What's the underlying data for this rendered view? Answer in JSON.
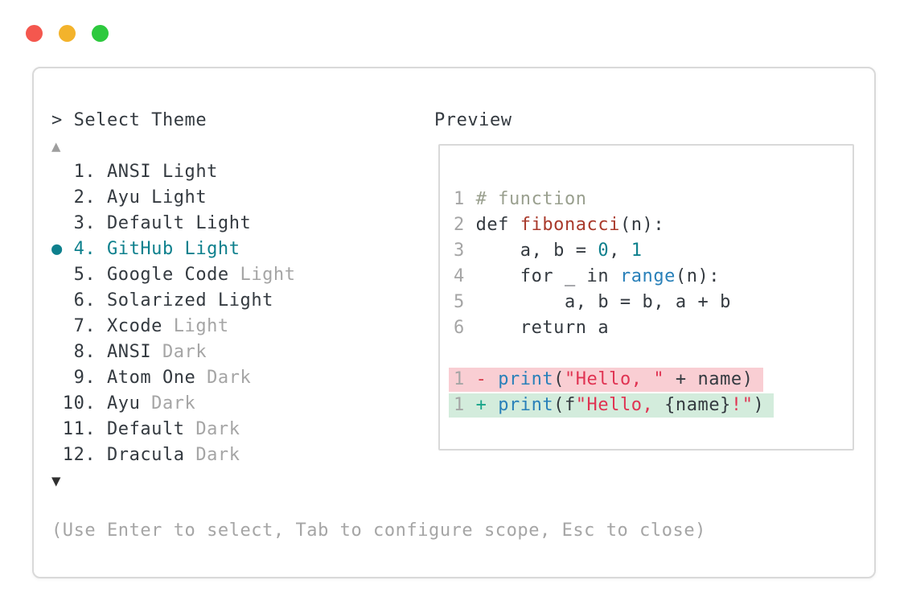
{
  "palette": {
    "fg": "#343a40",
    "dim": "#a5a5a5",
    "linenum": "#a5a5a5",
    "comment": "#9aa08f",
    "func": "#a93a2c",
    "num": "#0e808d",
    "builtin": "#2980b9",
    "string": "#e03352",
    "minus": "#d73a49",
    "plus": "#17a589",
    "accent": "#0e808d",
    "diff_removed_bg": "#f9ced3",
    "diff_added_bg": "#d3ecdc",
    "scroll_up": "#9e9e9e",
    "scroll_down": "#2f2f2f"
  },
  "traffic_lights": [
    {
      "name": "close",
      "color": "#f4574e"
    },
    {
      "name": "minimize",
      "color": "#f3b32c"
    },
    {
      "name": "zoom",
      "color": "#2dc93e"
    }
  ],
  "selector": {
    "prompt": "> Select Theme",
    "scroll_up_icon": "▲",
    "scroll_down_icon": "▼",
    "selected_marker": "●",
    "items": [
      {
        "num": "1.",
        "name": "ANSI Light",
        "dim_suffix": "",
        "selected": false
      },
      {
        "num": "2.",
        "name": "Ayu Light",
        "dim_suffix": "",
        "selected": false
      },
      {
        "num": "3.",
        "name": "Default Light",
        "dim_suffix": "",
        "selected": false
      },
      {
        "num": "4.",
        "name": "GitHub Light",
        "dim_suffix": "",
        "selected": true
      },
      {
        "num": "5.",
        "name": "Google Code",
        "dim_suffix": "Light",
        "selected": false
      },
      {
        "num": "6.",
        "name": "Solarized Light",
        "dim_suffix": "",
        "selected": false
      },
      {
        "num": "7.",
        "name": "Xcode",
        "dim_suffix": "Light",
        "selected": false
      },
      {
        "num": "8.",
        "name": "ANSI",
        "dim_suffix": "Dark",
        "selected": false
      },
      {
        "num": "9.",
        "name": "Atom One",
        "dim_suffix": "Dark",
        "selected": false
      },
      {
        "num": "10.",
        "name": "Ayu",
        "dim_suffix": "Dark",
        "selected": false
      },
      {
        "num": "11.",
        "name": "Default",
        "dim_suffix": "Dark",
        "selected": false
      },
      {
        "num": "12.",
        "name": "Dracula",
        "dim_suffix": "Dark",
        "selected": false
      }
    ],
    "footer_hint": "(Use Enter to select, Tab to configure scope, Esc to close)"
  },
  "preview": {
    "title": "Preview",
    "code_lines": [
      {
        "num": "1",
        "segments": [
          {
            "t": "# function",
            "c": "comment"
          }
        ]
      },
      {
        "num": "2",
        "segments": [
          {
            "t": "def ",
            "c": "fg"
          },
          {
            "t": "fibonacci",
            "c": "func"
          },
          {
            "t": "(n):",
            "c": "fg"
          }
        ]
      },
      {
        "num": "3",
        "segments": [
          {
            "t": "    a, b = ",
            "c": "fg"
          },
          {
            "t": "0",
            "c": "num"
          },
          {
            "t": ", ",
            "c": "fg"
          },
          {
            "t": "1",
            "c": "num"
          }
        ]
      },
      {
        "num": "4",
        "segments": [
          {
            "t": "    for _ in ",
            "c": "fg"
          },
          {
            "t": "range",
            "c": "builtin"
          },
          {
            "t": "(n):",
            "c": "fg"
          }
        ]
      },
      {
        "num": "5",
        "segments": [
          {
            "t": "        a, b = b, a + b",
            "c": "fg"
          }
        ]
      },
      {
        "num": "6",
        "segments": [
          {
            "t": "    return a",
            "c": "fg"
          }
        ]
      }
    ],
    "diff_lines": [
      {
        "num": "1",
        "type": "removed",
        "segments": [
          {
            "t": "- ",
            "c": "minus"
          },
          {
            "t": "print",
            "c": "builtin"
          },
          {
            "t": "(",
            "c": "fg"
          },
          {
            "t": "\"Hello, \"",
            "c": "string"
          },
          {
            "t": " + name)",
            "c": "fg"
          }
        ]
      },
      {
        "num": "1",
        "type": "added",
        "segments": [
          {
            "t": "+ ",
            "c": "plus"
          },
          {
            "t": "print",
            "c": "builtin"
          },
          {
            "t": "(f",
            "c": "fg"
          },
          {
            "t": "\"Hello, ",
            "c": "string"
          },
          {
            "t": "{name}",
            "c": "fg"
          },
          {
            "t": "!\"",
            "c": "string"
          },
          {
            "t": ")",
            "c": "fg"
          }
        ]
      }
    ]
  }
}
